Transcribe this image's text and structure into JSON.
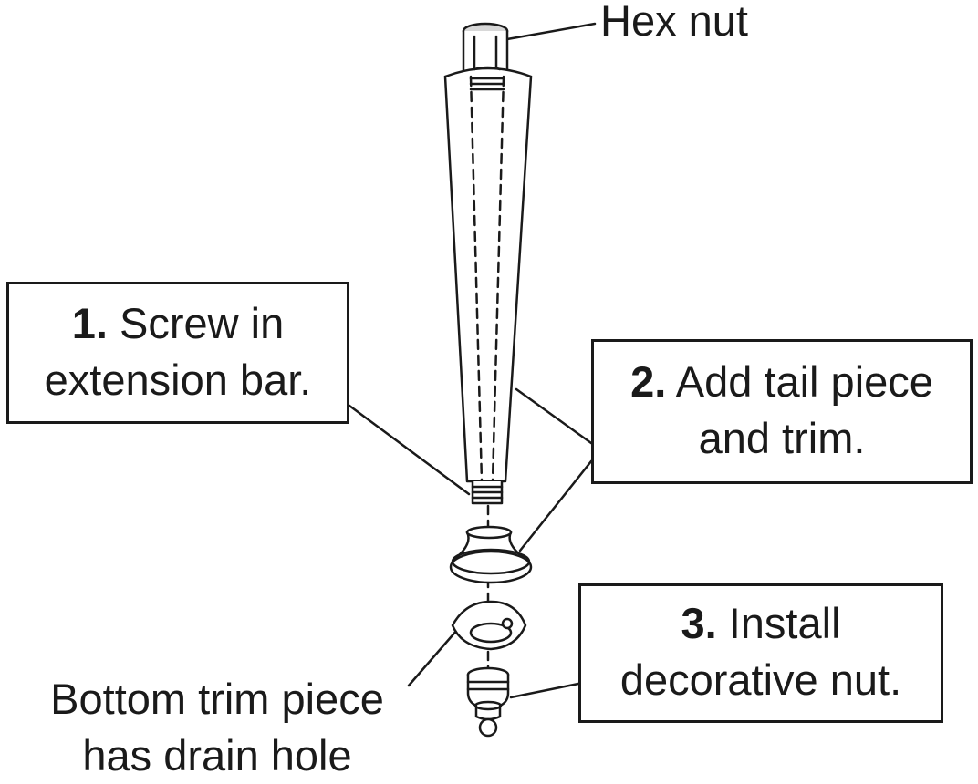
{
  "labels": {
    "hex_nut": "Hex nut",
    "step1_num": "1.",
    "step1_line1": "Screw in",
    "step1_line2": "extension bar.",
    "step2_num": "2.",
    "step2_line1": "Add tail piece",
    "step2_line2": "and trim.",
    "step3_num": "3.",
    "step3_line1": "Install",
    "step3_line2": "decorative nut.",
    "bottom_line1": "Bottom trim piece",
    "bottom_line2": "has drain hole"
  },
  "colors": {
    "ink": "#1a1a1a",
    "fill": "#ffffff"
  }
}
